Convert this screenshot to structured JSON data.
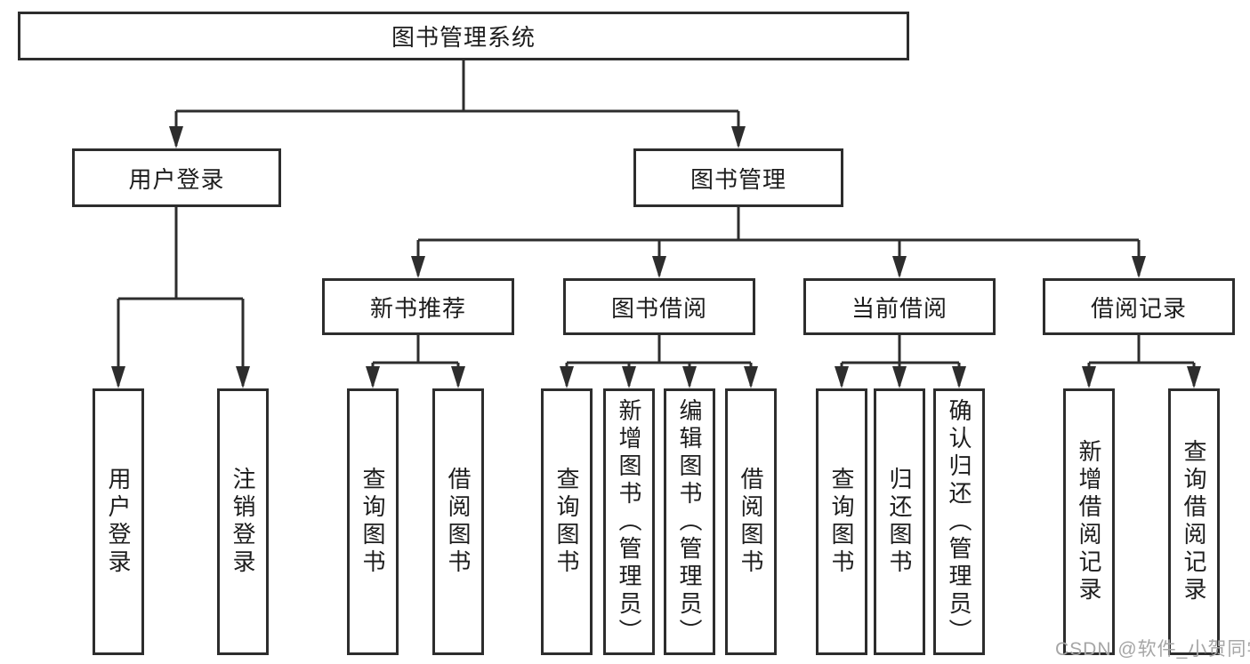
{
  "diagram_title": "图书管理系统",
  "tree": {
    "label": "图书管理系统",
    "children": [
      {
        "label": "用户登录",
        "children": [
          {
            "label": "用户登录"
          },
          {
            "label": "注销登录"
          }
        ]
      },
      {
        "label": "图书管理",
        "children": [
          {
            "label": "新书推荐",
            "children": [
              {
                "label": "查询图书"
              },
              {
                "label": "借阅图书"
              }
            ]
          },
          {
            "label": "图书借阅",
            "children": [
              {
                "label": "查询图书"
              },
              {
                "label": "新增图书（管理员）"
              },
              {
                "label": "编辑图书（管理员）"
              },
              {
                "label": "借阅图书"
              }
            ]
          },
          {
            "label": "当前借阅",
            "children": [
              {
                "label": "查询图书"
              },
              {
                "label": "归还图书"
              },
              {
                "label": "确认归还（管理员）"
              }
            ]
          },
          {
            "label": "借阅记录",
            "children": [
              {
                "label": "新增借阅记录"
              },
              {
                "label": "查询借阅记录"
              }
            ]
          }
        ]
      }
    ]
  },
  "watermark": {
    "text": "CSDN @软件_小贺同学"
  },
  "colors": {
    "line": "#2d2d2d",
    "text": "#1d1d1d",
    "watermark": "#a6a6a6",
    "background": "#ffffff"
  }
}
